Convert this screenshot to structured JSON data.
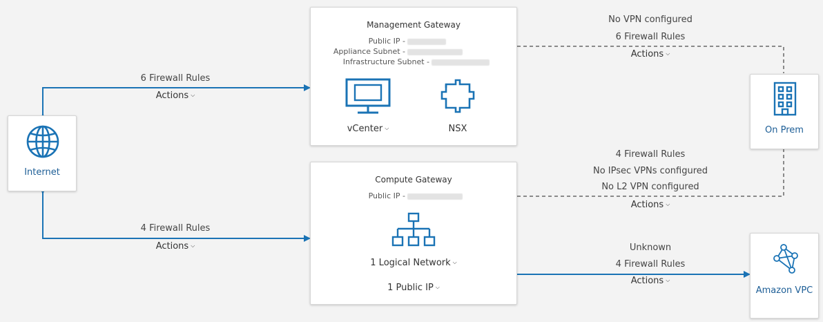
{
  "colors": {
    "accent": "#1a73b5",
    "dashed": "#666666"
  },
  "internet": {
    "label": "Internet",
    "icon": "globe-icon"
  },
  "on_prem": {
    "label": "On Prem",
    "icon": "building-icon"
  },
  "amazon_vpc": {
    "label": "Amazon VPC",
    "icon": "network-nodes-icon"
  },
  "management_gateway": {
    "title": "Management Gateway",
    "public_ip_label": "Public IP -",
    "appliance_subnet_label": "Appliance Subnet -",
    "infrastructure_subnet_label": "Infrastructure Subnet -",
    "vcenter": {
      "label": "vCenter",
      "icon": "monitor-icon"
    },
    "nsx": {
      "label": "NSX",
      "icon": "nsx-icon"
    }
  },
  "compute_gateway": {
    "title": "Compute Gateway",
    "public_ip_label": "Public IP -",
    "logical_network": "1 Logical Network",
    "public_ip_count": "1 Public IP",
    "icon": "hierarchy-icon"
  },
  "links": {
    "internet_mgw": {
      "rules": "6 Firewall Rules",
      "actions": "Actions"
    },
    "internet_cgw": {
      "rules": "4 Firewall Rules",
      "actions": "Actions"
    },
    "mgw_onprem": {
      "vpn": "No VPN configured",
      "rules": "6 Firewall Rules",
      "actions": "Actions"
    },
    "cgw_onprem": {
      "rules": "4 Firewall Rules",
      "ipsec": "No IPsec VPNs configured",
      "l2": "No L2 VPN configured",
      "actions": "Actions"
    },
    "cgw_vpc": {
      "status": "Unknown",
      "rules": "4 Firewall Rules",
      "actions": "Actions"
    }
  }
}
